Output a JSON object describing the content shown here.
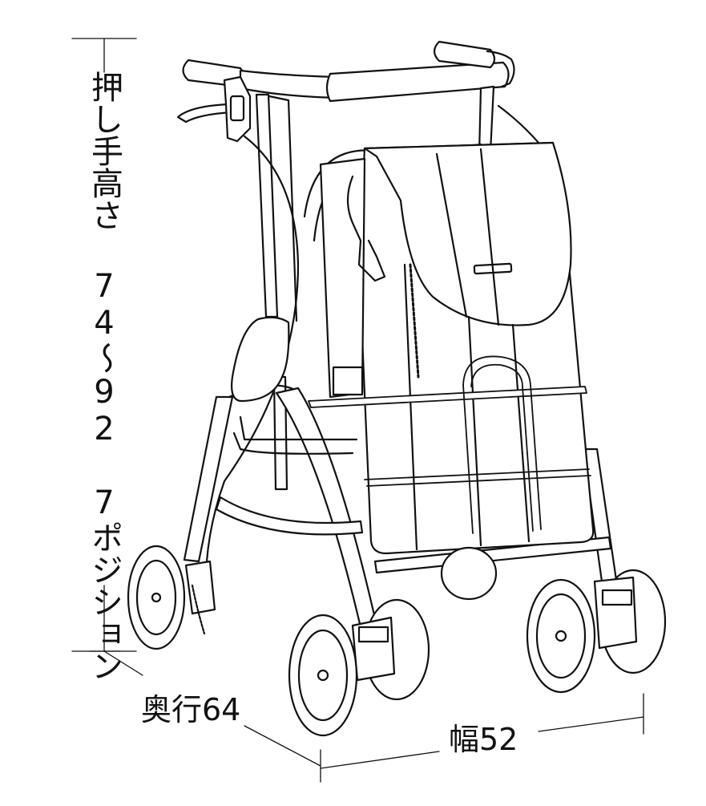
{
  "dimensions": {
    "height_label": "押し手高さ 74～92 7ポジション",
    "depth_label": "奥行64",
    "width_label": "幅52"
  },
  "colors": {
    "line": "#111111",
    "background": "#ffffff",
    "bag_fill": "#ffffff"
  }
}
